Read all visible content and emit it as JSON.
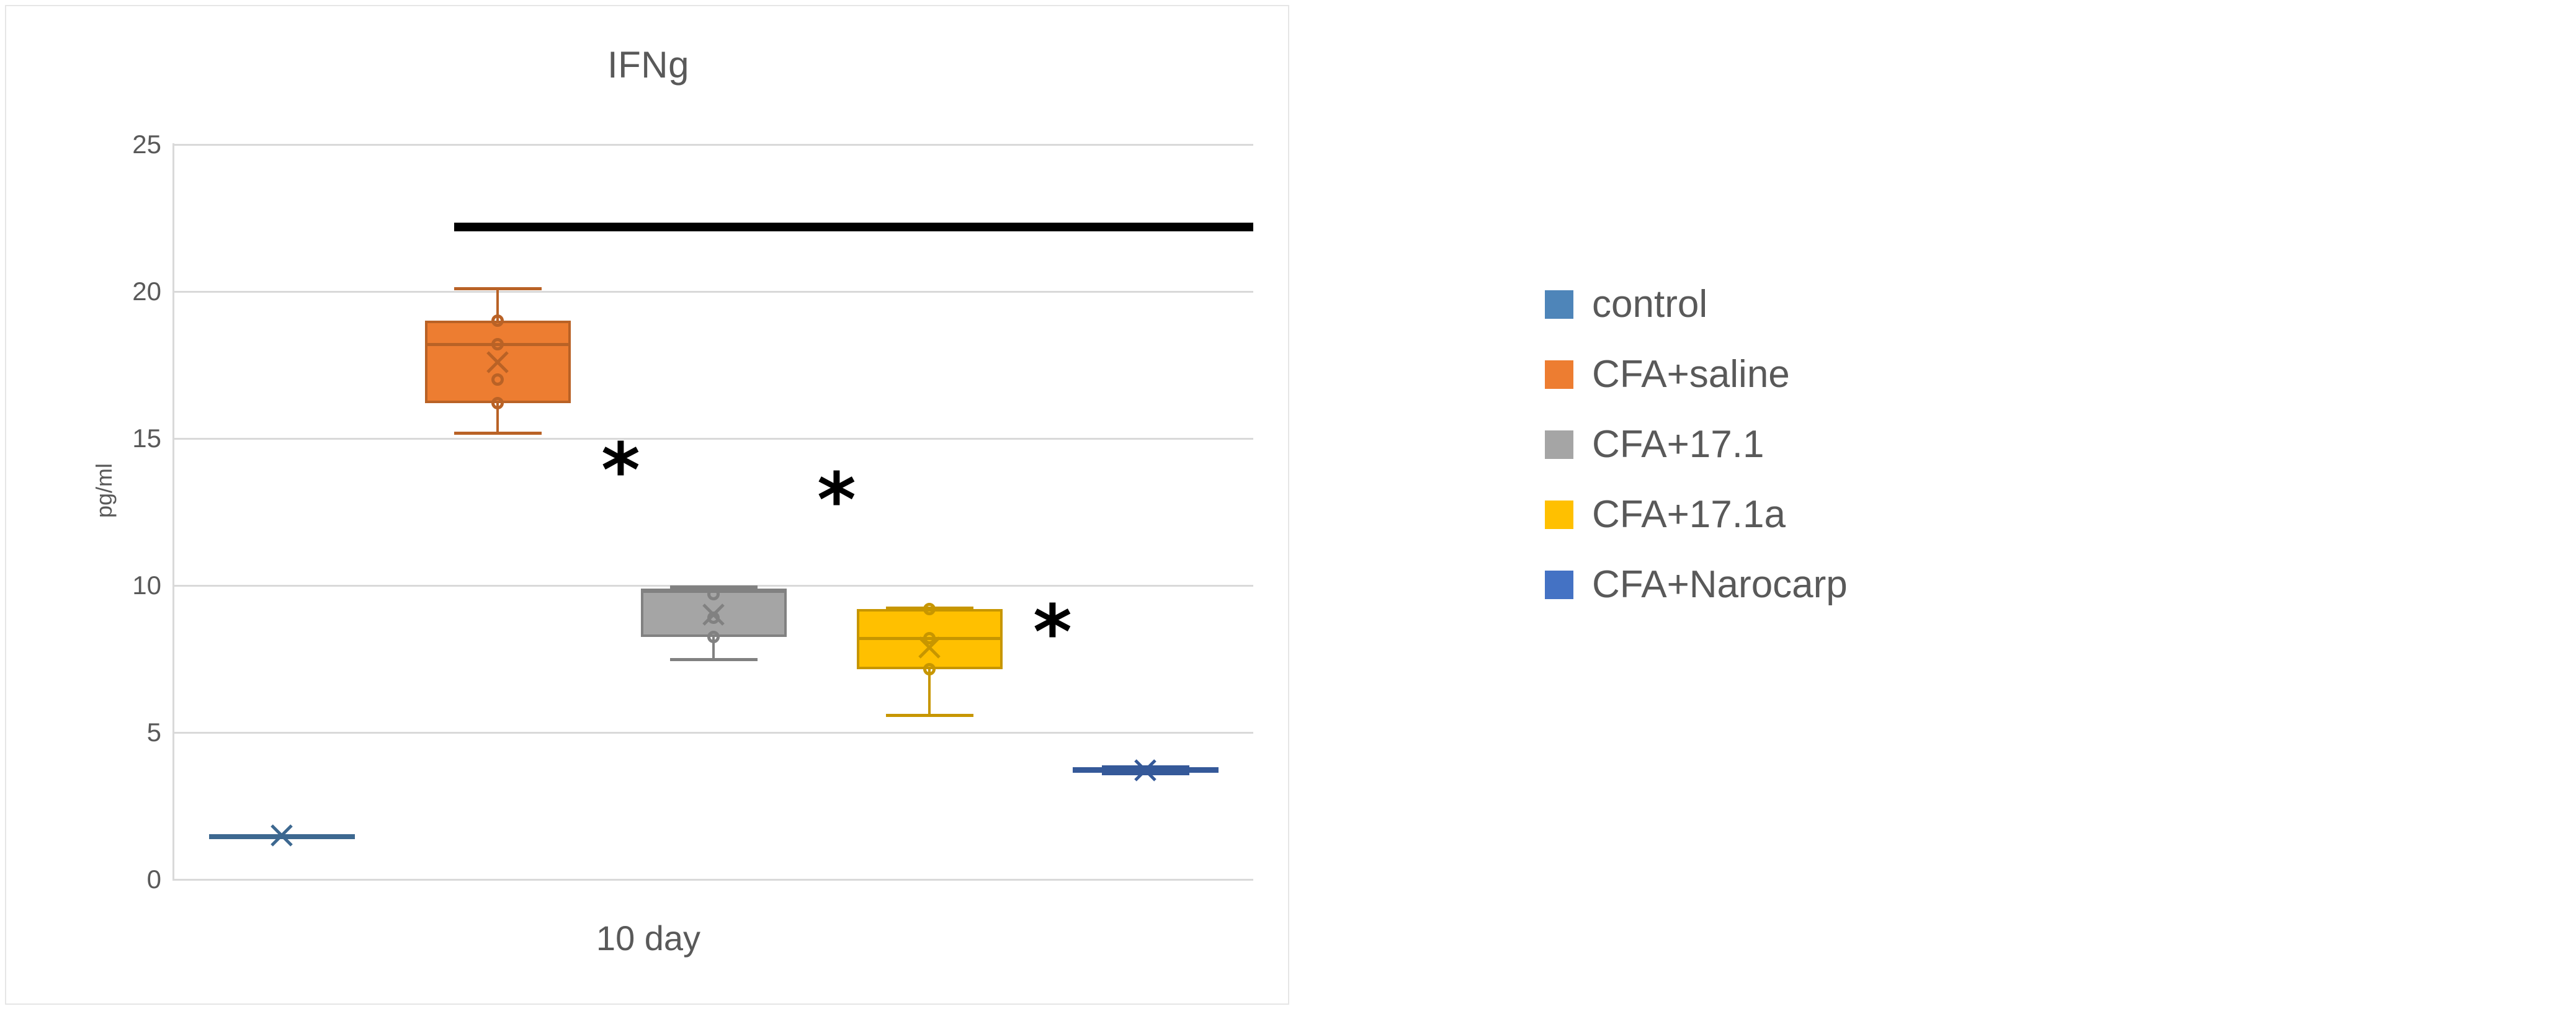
{
  "chart_data": {
    "type": "box",
    "title": "IFNg",
    "ylabel": "pg/ml",
    "xlabel": "10 day",
    "categories": [
      "control",
      "CFA+saline",
      "CFA+17.1",
      "CFA+17.1a",
      "CFA+Narocarp"
    ],
    "ylim": [
      0,
      25
    ],
    "yticks": [
      25,
      20,
      15,
      10,
      5,
      0
    ],
    "grid": true,
    "legend_position": "right",
    "series": [
      {
        "name": "control",
        "color": "#4E85B9",
        "whisker_low": 1.5,
        "q1": 1.5,
        "median": 1.5,
        "q3": 1.55,
        "whisker_high": 1.55,
        "mean": 1.5,
        "points": [],
        "significance": ""
      },
      {
        "name": "CFA+saline",
        "color": "#ED7D31",
        "whisker_low": 15.2,
        "q1": 16.2,
        "median": 18.2,
        "q3": 19.0,
        "whisker_high": 20.1,
        "mean": 17.6,
        "points": [
          19.0,
          18.2,
          17.0,
          16.2
        ],
        "significance": ""
      },
      {
        "name": "CFA+17.1",
        "color": "#A5A5A5",
        "whisker_low": 7.5,
        "q1": 8.25,
        "median": 9.8,
        "q3": 9.9,
        "whisker_high": 9.95,
        "mean": 9.0,
        "points": [
          9.7,
          8.9,
          8.25
        ],
        "significance": "*"
      },
      {
        "name": "CFA+17.1a",
        "color": "#FFC000",
        "whisker_low": 5.6,
        "q1": 7.15,
        "median": 8.2,
        "q3": 9.2,
        "whisker_high": 9.25,
        "mean": 7.9,
        "points": [
          9.2,
          8.2,
          7.15
        ],
        "significance": "*"
      },
      {
        "name": "CFA+Narocarp",
        "color": "#4472C4",
        "whisker_low": 3.6,
        "q1": 3.62,
        "median": 3.72,
        "q3": 3.82,
        "whisker_high": 3.85,
        "mean": 3.72,
        "points": [],
        "significance": "*"
      }
    ],
    "annotations": {
      "significance_bar": {
        "label": "significance-bar",
        "y_value": 22.2,
        "color": "#000000",
        "x_start_category": "CFA+saline",
        "x_end_category": "CFA+Narocarp"
      },
      "stars": [
        {
          "label": "*",
          "near_category": "CFA+17.1",
          "y_value": 13.5
        },
        {
          "label": "*",
          "near_category": "CFA+17.1a",
          "y_value": 12.5
        },
        {
          "label": "*",
          "near_category": "CFA+Narocarp",
          "y_value": 8.0
        }
      ]
    }
  },
  "legend": {
    "items": [
      {
        "label": "control",
        "color": "#4E85B9"
      },
      {
        "label": "CFA+saline",
        "color": "#ED7D31"
      },
      {
        "label": "CFA+17.1",
        "color": "#A5A5A5"
      },
      {
        "label": "CFA+17.1a",
        "color": "#FFC000"
      },
      {
        "label": "CFA+Narocarp",
        "color": "#4472C4"
      }
    ]
  }
}
